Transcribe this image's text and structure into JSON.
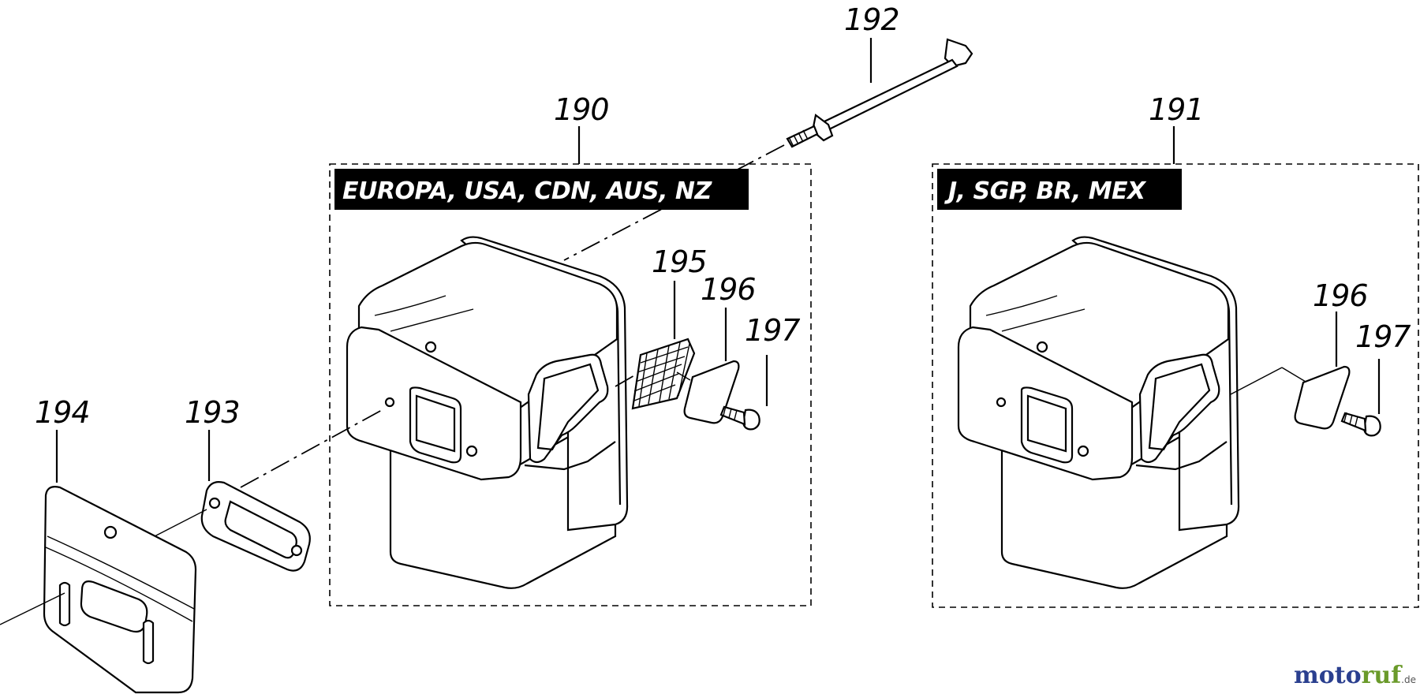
{
  "labels": {
    "p190": "190",
    "p191": "191",
    "p192": "192",
    "p193": "193",
    "p194": "194",
    "p195": "195",
    "p196a": "196",
    "p196b": "196",
    "p197a": "197",
    "p197b": "197"
  },
  "regions": {
    "left": "EUROPA, USA, CDN, AUS, NZ",
    "right": "J, SGP, BR, MEX"
  },
  "watermark": {
    "brand_a": "moto",
    "brand_b": "ruf",
    "suffix": ".de"
  },
  "colors": {
    "line": "#000000",
    "background": "#ffffff",
    "brand_blue": "#2a3f8f",
    "brand_green": "#6a9a2a"
  }
}
